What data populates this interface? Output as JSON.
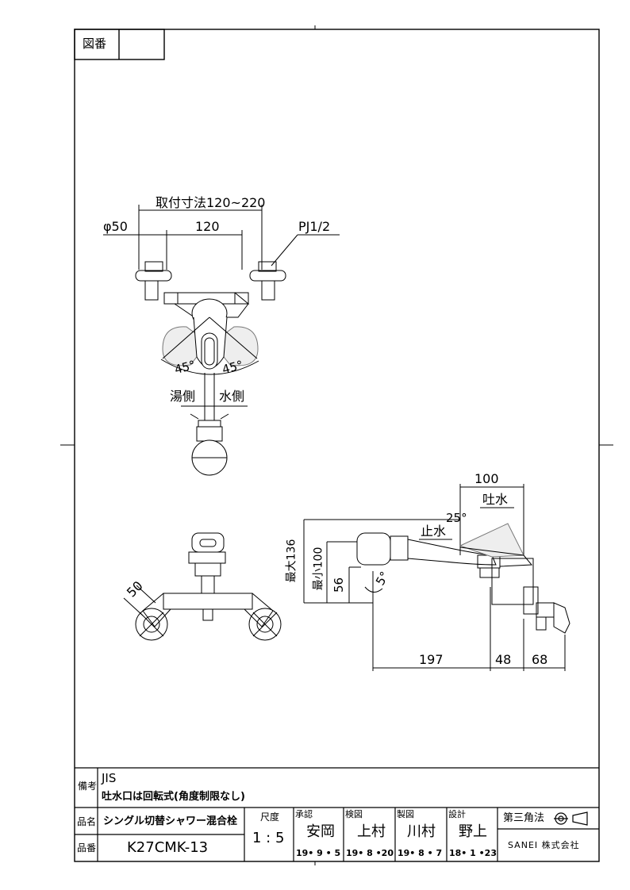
{
  "header": {
    "figure_no_label": "図番",
    "figure_no_value": ""
  },
  "dims": {
    "install": "取付寸法120~220",
    "phi": "φ50",
    "pitch": "120",
    "thread": "PJ1/2",
    "angle_left": "45°",
    "angle_right": "45°",
    "hot_side": "湯側",
    "cold_side": "水側",
    "front_50": "50",
    "d100": "100",
    "spout": "吐水",
    "stop": "止水",
    "angle_25": "25°",
    "max136": "最大136",
    "min100": "最小100",
    "d56": "56",
    "angle_5": "5°",
    "d197": "197",
    "d48": "48",
    "d68": "68"
  },
  "remarks": {
    "label": "備考",
    "line1": "JIS",
    "line2": "吐水口は回転式(角度制限なし)"
  },
  "title_block": {
    "name_label": "品名",
    "name_value": "シングル切替シャワー混合栓",
    "code_label": "品番",
    "code_value": "K27CMK-13",
    "scale_label": "尺度",
    "scale_value": "1 : 5",
    "approve_label": "承認",
    "approve_name": "安岡",
    "approve_date": "19• 9 • 5",
    "check_label": "検図",
    "check_name": "上村",
    "check_date": "19• 8 •20",
    "draw_label": "製図",
    "draw_name": "川村",
    "draw_date": "19• 8 • 7",
    "design_label": "設計",
    "design_name": "野上",
    "design_date": "18• 1 •23",
    "projection": "第三角法",
    "company": "SANEI 株式会社"
  }
}
